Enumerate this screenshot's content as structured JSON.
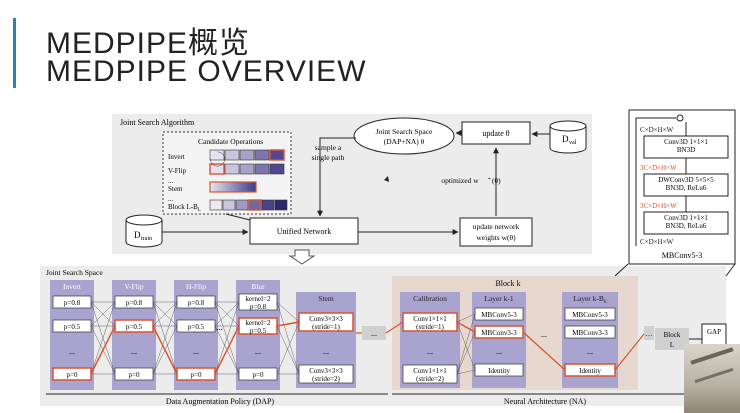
{
  "slide": {
    "title_zh": "MEDPIPE概览",
    "title_en": "MEDPIPE OVERVIEW",
    "accent_color": "#2f7fb8"
  },
  "figure": {
    "search_panel_title": "Joint Search Algorithm",
    "candidate_title": "Candidate Operations",
    "candidates": [
      "Invert",
      "V-Flip",
      "...",
      "Stem",
      "...",
      "Block L-B"
    ],
    "candidate_last_sub": "L",
    "joint_space_label_1": "Joint Search Space",
    "joint_space_label_2": "(DAP+NA) θ",
    "sample_label_1": "sample a",
    "sample_label_2": "single path",
    "update_theta": "update θ",
    "d_val": "D",
    "d_val_sub": "val",
    "d_train": "D",
    "d_train_sub": "train",
    "optimized_label": "optimized w",
    "optimized_label_tail": "(θ)",
    "unified_network": "Unified Network",
    "update_weights_1": "update network",
    "update_weights_2": "weights w(θ)",
    "joint_space_title": "Joint Search Space",
    "dap_columns": [
      {
        "title": "Invert",
        "cells": [
          "p=0.8",
          "p=0.5",
          "...",
          "p=0"
        ]
      },
      {
        "title": "V-Flip",
        "cells": [
          "p=0.8",
          "p=0.5",
          "...",
          "p=0"
        ]
      },
      {
        "title": "H-Flip",
        "cells": [
          "p=0.8",
          "p=0.5",
          "...",
          "p=0"
        ]
      },
      {
        "title": "Blur",
        "cells": [
          "kernel=2\np=0.8",
          "kernel=2\np=0.5",
          "...",
          "p=0"
        ]
      }
    ],
    "ellipsis": "...",
    "stem": {
      "title": "Stem",
      "cells": [
        "Conv3×3×3\n(stride=1)",
        "...",
        "Conv3×3×3\n(stride=2)"
      ]
    },
    "block_k_title": "Block k",
    "calibration": {
      "title": "Calibration",
      "cells": [
        "Conv1×1×1\n(stride=1)",
        "...",
        "Conv1×1×1\n(stride=2)"
      ]
    },
    "layer_k1": {
      "title": "Layer k-1",
      "cells": [
        "MBConv5-3",
        "MBConv3-3",
        "...",
        "Identity"
      ]
    },
    "layer_kbk": {
      "title": "Layer k-B",
      "title_sub": "k",
      "cells": [
        "MBConv5-3",
        "MBConv3-3",
        "...",
        "Identity"
      ]
    },
    "block_l": "Block\nL",
    "gap": "GAP",
    "dap_label": "Data Augmentation Policy (DAP)",
    "na_label": "Neural Architecture (NA)",
    "mbconv": {
      "in_shape": "C×D×H×W",
      "conv1": "Conv3D 1×1×1\nBN3D",
      "mid_shape_1": "3C×D×H×W",
      "dw": "DWConv3D 5×5×5\nBN3D, ReLu6",
      "mid_shape_2": "3C×D×H×W",
      "conv2": "Conv3D 1×1×1\nBN3D, ReLu6",
      "out_shape": "C×D×H×W",
      "name": "MBConv5-3"
    }
  }
}
